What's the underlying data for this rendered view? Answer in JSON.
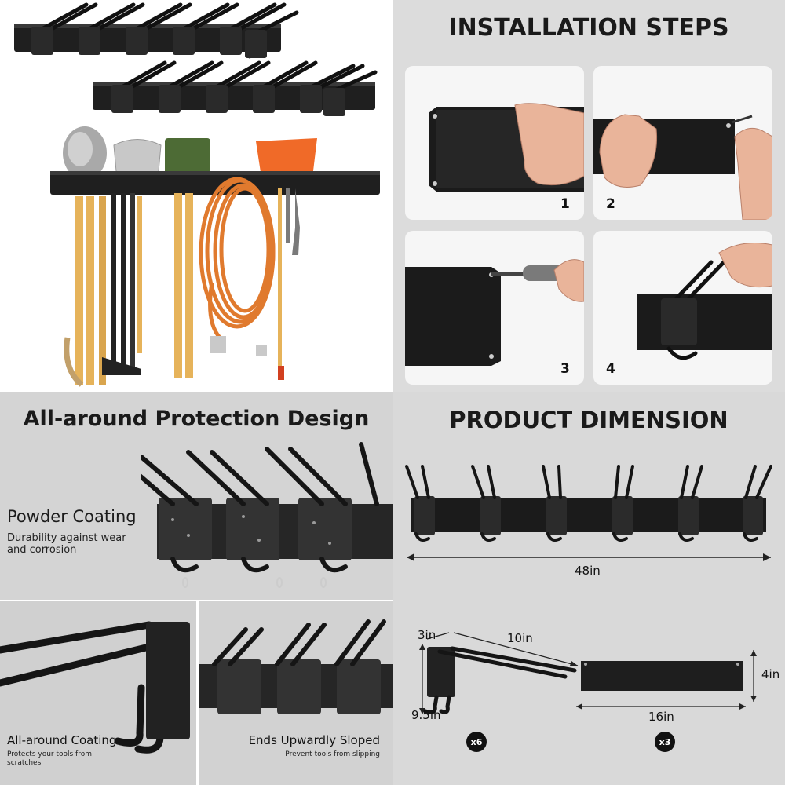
{
  "installation": {
    "title": "INSTALLATION STEPS",
    "steps": [
      "1",
      "2",
      "3",
      "4"
    ]
  },
  "protection": {
    "title": "All-around Protection Design",
    "features": [
      {
        "title": "Powder Coating",
        "subtitle": "Durability against wear and corrosion"
      },
      {
        "title": "All-around Coating",
        "subtitle": "Protects your tools from scratches"
      },
      {
        "title": "Ends Upwardly Sloped",
        "subtitle": "Prevent tools from slipping"
      }
    ]
  },
  "dimension": {
    "title": "PRODUCT DIMENSION",
    "rail_length": "48in",
    "hook_depth": "3in",
    "hook_length": "10in",
    "hook_height": "9.5in",
    "rail_height": "4in",
    "rail_width": "16in",
    "hook_qty": "x6",
    "rail_qty": "x3"
  },
  "colors": {
    "product": "#1b1b1b",
    "hose": "#e07a2e",
    "shovel": "#f06a28",
    "green_shovel": "#4d6b35",
    "handle": "#e6b35a",
    "skin": "#e9b49a"
  }
}
